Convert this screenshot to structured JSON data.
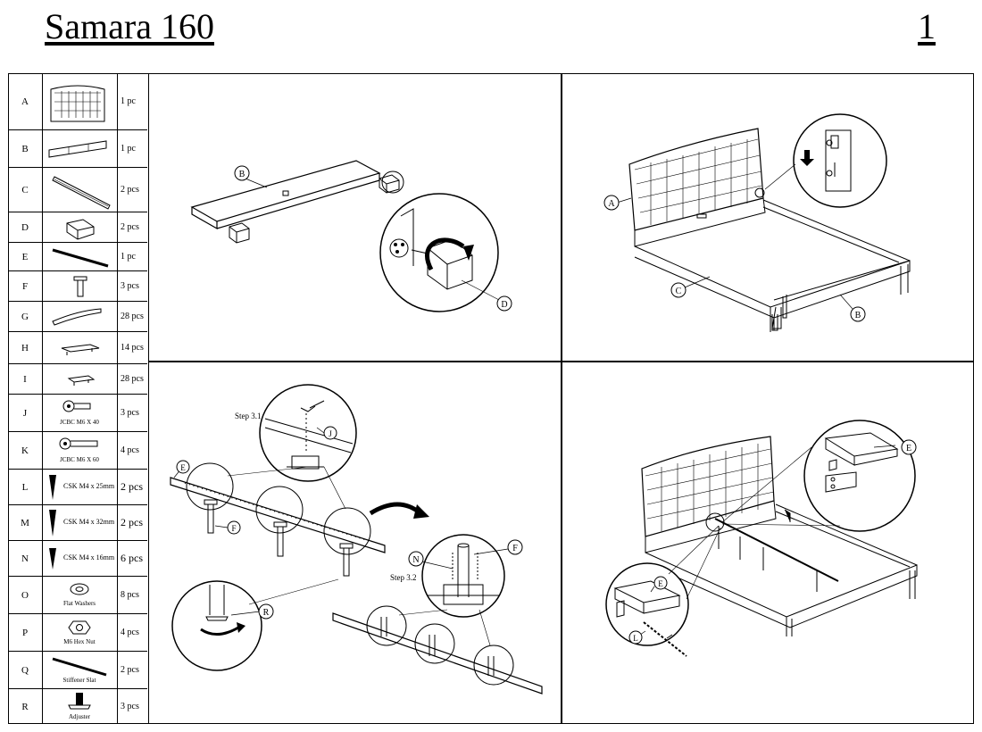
{
  "header": {
    "title": "Samara 160",
    "page_number": "1"
  },
  "parts": [
    {
      "letter": "A",
      "qty": "1 pc",
      "icon": "headboard-icon"
    },
    {
      "letter": "B",
      "qty": "1 pc",
      "icon": "footboard-icon"
    },
    {
      "letter": "C",
      "qty": "2 pcs",
      "icon": "side-rail-icon"
    },
    {
      "letter": "D",
      "qty": "2 pcs",
      "icon": "wood-block-icon"
    },
    {
      "letter": "E",
      "qty": "1 pc",
      "icon": "center-beam-icon"
    },
    {
      "letter": "F",
      "qty": "3 pcs",
      "icon": "leg-icon"
    },
    {
      "letter": "G",
      "qty": "28 pcs",
      "icon": "slat-icon"
    },
    {
      "letter": "H",
      "qty": "14 pcs",
      "icon": "slat-holder-double-icon"
    },
    {
      "letter": "I",
      "qty": "28 pcs",
      "icon": "slat-holder-single-icon"
    },
    {
      "letter": "J",
      "qty": "3 pcs",
      "icon": "bolt-icon",
      "caption": "JCBC M6 X 40"
    },
    {
      "letter": "K",
      "qty": "4 pcs",
      "icon": "bolt-icon",
      "caption": "JCBC M6 X 60"
    },
    {
      "letter": "L",
      "qty": "2 pcs",
      "icon": "screw-icon",
      "caption": "CSK M4 x 25mm"
    },
    {
      "letter": "M",
      "qty": "2 pcs",
      "icon": "screw-icon",
      "caption": "CSK M4 x 32mm"
    },
    {
      "letter": "N",
      "qty": "6 pcs",
      "icon": "screw-icon",
      "caption": "CSK M4 x 16mm"
    },
    {
      "letter": "O",
      "qty": "8 pcs",
      "icon": "washer-icon",
      "caption": "Flat Washers"
    },
    {
      "letter": "P",
      "qty": "4 pcs",
      "icon": "hex-nut-icon",
      "caption": "M6 Hex Nut"
    },
    {
      "letter": "Q",
      "qty": "2 pcs",
      "icon": "stiffener-slat-icon",
      "caption": "Stiffener Slat"
    },
    {
      "letter": "R",
      "qty": "3 pcs",
      "icon": "adjuster-icon",
      "caption": "Adjuster"
    }
  ],
  "steps": {
    "s1": {
      "labels": [
        "B",
        "D"
      ]
    },
    "s2": {
      "labels": [
        "A",
        "C",
        "B"
      ]
    },
    "s3": {
      "labels": [
        "E",
        "F",
        "J",
        "R",
        "N",
        "F"
      ],
      "step_a": "Step 3.1",
      "step_b": "Step 3.2"
    },
    "s4": {
      "labels": [
        "E",
        "E",
        "L"
      ]
    }
  }
}
